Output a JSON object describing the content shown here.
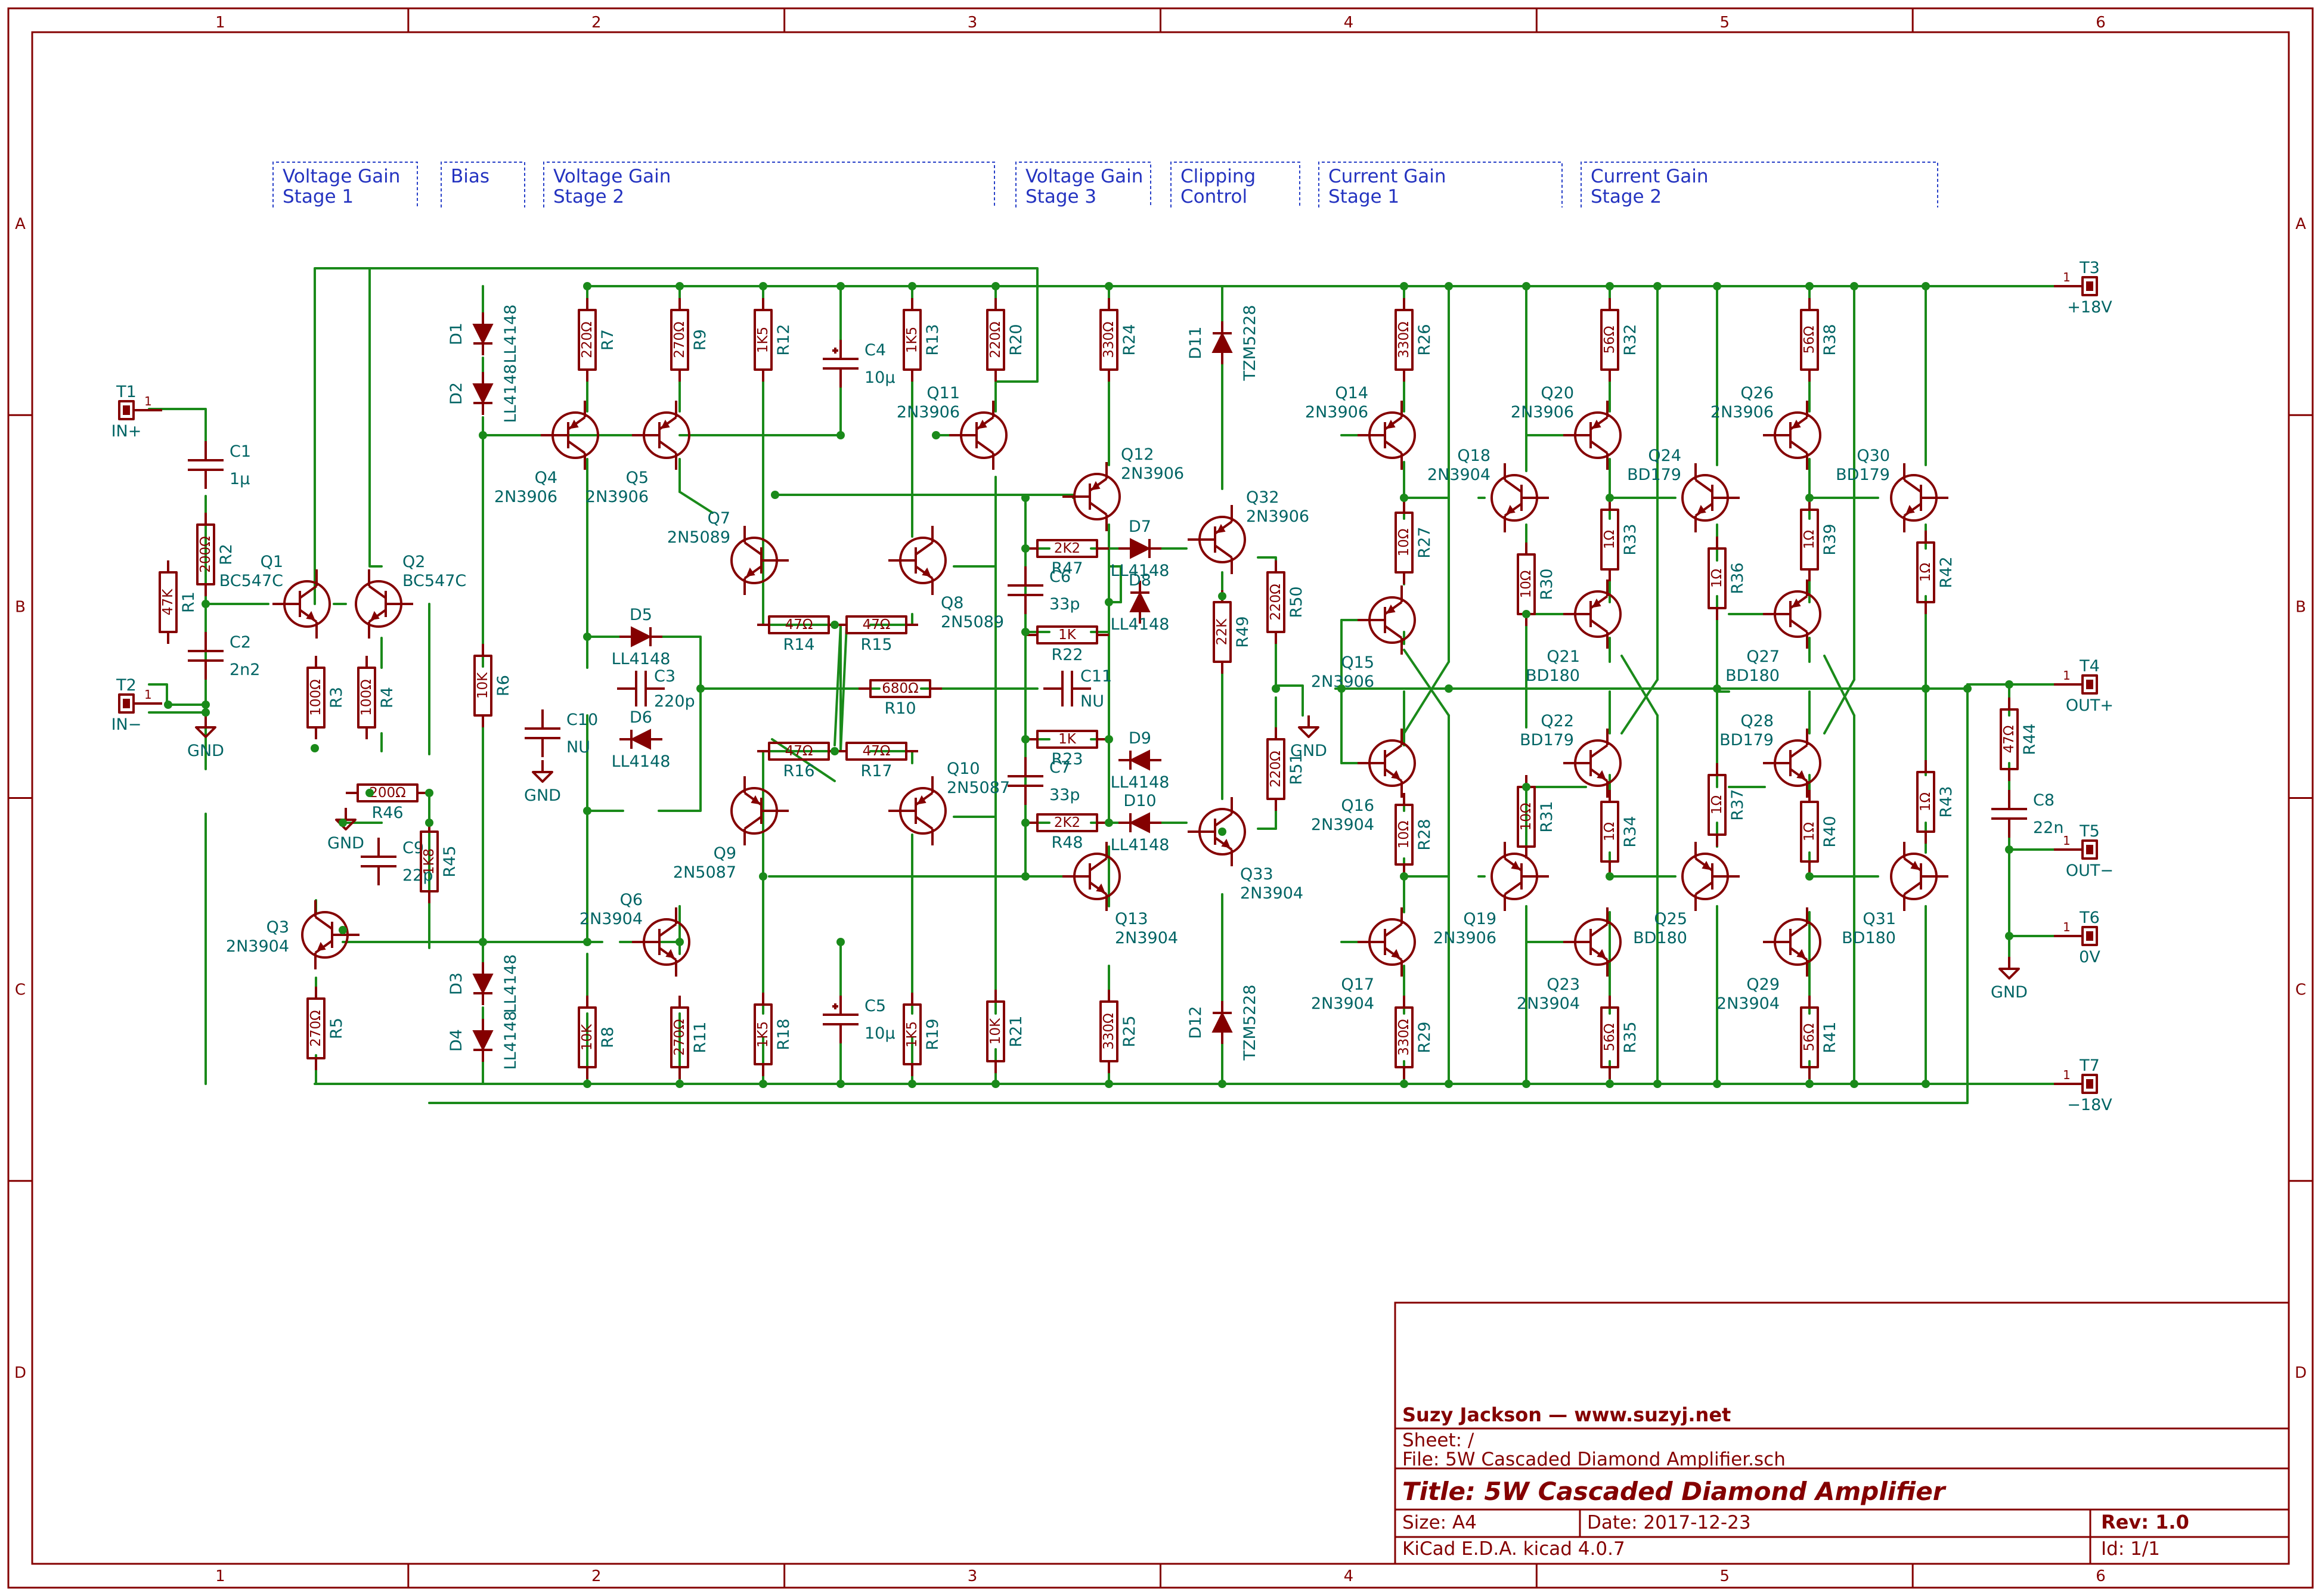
{
  "frame": {
    "column_labels": [
      "1",
      "2",
      "3",
      "4",
      "5",
      "6"
    ],
    "row_labels": [
      "A",
      "B",
      "C",
      "D"
    ]
  },
  "stage_labels": [
    {
      "line1": "Voltage Gain",
      "line2": "Stage 1"
    },
    {
      "line1": "Bias",
      "line2": ""
    },
    {
      "line1": "Voltage Gain",
      "line2": "Stage 2"
    },
    {
      "line1": "Voltage Gain",
      "line2": "Stage 3"
    },
    {
      "line1": "Clipping",
      "line2": "Control"
    },
    {
      "line1": "Current Gain",
      "line2": "Stage 1"
    },
    {
      "line1": "Current Gain",
      "line2": "Stage 2"
    }
  ],
  "terminals": {
    "T1": {
      "name": "T1",
      "label": "IN+"
    },
    "T2": {
      "name": "T2",
      "label": "IN−"
    },
    "T3": {
      "name": "T3",
      "label": "+18V"
    },
    "T4": {
      "name": "T4",
      "label": "OUT+"
    },
    "T5": {
      "name": "T5",
      "label": "OUT−"
    },
    "T6": {
      "name": "T6",
      "label": "0V"
    },
    "T7": {
      "name": "T7",
      "label": "−18V"
    },
    "pin": "1"
  },
  "power": {
    "gnd": "GND"
  },
  "transistors": {
    "Q1": {
      "ref": "Q1",
      "value": "BC547C"
    },
    "Q2": {
      "ref": "Q2",
      "value": "BC547C"
    },
    "Q3": {
      "ref": "Q3",
      "value": "2N3904"
    },
    "Q4": {
      "ref": "Q4",
      "value": "2N3906"
    },
    "Q5": {
      "ref": "Q5",
      "value": "2N3906"
    },
    "Q6": {
      "ref": "Q6",
      "value": "2N3904"
    },
    "Q7": {
      "ref": "Q7",
      "value": "2N5089"
    },
    "Q8": {
      "ref": "Q8",
      "value": "2N5089"
    },
    "Q9": {
      "ref": "Q9",
      "value": "2N5087"
    },
    "Q10": {
      "ref": "Q10",
      "value": "2N5087"
    },
    "Q11": {
      "ref": "Q11",
      "value": "2N3906"
    },
    "Q12": {
      "ref": "Q12",
      "value": "2N3906"
    },
    "Q13": {
      "ref": "Q13",
      "value": "2N3904"
    },
    "Q14": {
      "ref": "Q14",
      "value": "2N3906"
    },
    "Q15": {
      "ref": "Q15",
      "value": "2N3906"
    },
    "Q16": {
      "ref": "Q16",
      "value": "2N3904"
    },
    "Q17": {
      "ref": "Q17",
      "value": "2N3904"
    },
    "Q18": {
      "ref": "Q18",
      "value": "2N3904"
    },
    "Q19": {
      "ref": "Q19",
      "value": "2N3906"
    },
    "Q20": {
      "ref": "Q20",
      "value": "2N3906"
    },
    "Q21": {
      "ref": "Q21",
      "value": "BD180"
    },
    "Q22": {
      "ref": "Q22",
      "value": "BD179"
    },
    "Q23": {
      "ref": "Q23",
      "value": "2N3904"
    },
    "Q24": {
      "ref": "Q24",
      "value": "BD179"
    },
    "Q25": {
      "ref": "Q25",
      "value": "BD180"
    },
    "Q26": {
      "ref": "Q26",
      "value": "2N3906"
    },
    "Q27": {
      "ref": "Q27",
      "value": "BD180"
    },
    "Q28": {
      "ref": "Q28",
      "value": "BD179"
    },
    "Q29": {
      "ref": "Q29",
      "value": "2N3904"
    },
    "Q30": {
      "ref": "Q30",
      "value": "BD179"
    },
    "Q31": {
      "ref": "Q31",
      "value": "BD180"
    },
    "Q32": {
      "ref": "Q32",
      "value": "2N3906"
    },
    "Q33": {
      "ref": "Q33",
      "value": "2N3904"
    }
  },
  "resistors": {
    "R1": {
      "ref": "R1",
      "value": "47K"
    },
    "R2": {
      "ref": "R2",
      "value": "200Ω"
    },
    "R3": {
      "ref": "R3",
      "value": "100Ω"
    },
    "R4": {
      "ref": "R4",
      "value": "100Ω"
    },
    "R5": {
      "ref": "R5",
      "value": "270Ω"
    },
    "R6": {
      "ref": "R6",
      "value": "10K"
    },
    "R7": {
      "ref": "R7",
      "value": "220Ω"
    },
    "R8": {
      "ref": "R8",
      "value": "10K"
    },
    "R9": {
      "ref": "R9",
      "value": "270Ω"
    },
    "R10": {
      "ref": "R10",
      "value": "680Ω"
    },
    "R11": {
      "ref": "R11",
      "value": "270Ω"
    },
    "R12": {
      "ref": "R12",
      "value": "1K5"
    },
    "R13": {
      "ref": "R13",
      "value": "1K5"
    },
    "R14": {
      "ref": "R14",
      "value": "47Ω"
    },
    "R15": {
      "ref": "R15",
      "value": "47Ω"
    },
    "R16": {
      "ref": "R16",
      "value": "47Ω"
    },
    "R17": {
      "ref": "R17",
      "value": "47Ω"
    },
    "R18": {
      "ref": "R18",
      "value": "1K5"
    },
    "R19": {
      "ref": "R19",
      "value": "1K5"
    },
    "R20": {
      "ref": "R20",
      "value": "220Ω"
    },
    "R21": {
      "ref": "R21",
      "value": "10K"
    },
    "R22": {
      "ref": "R22",
      "value": "1K"
    },
    "R23": {
      "ref": "R23",
      "value": "1K"
    },
    "R24": {
      "ref": "R24",
      "value": "330Ω"
    },
    "R25": {
      "ref": "R25",
      "value": "330Ω"
    },
    "R26": {
      "ref": "R26",
      "value": "330Ω"
    },
    "R27": {
      "ref": "R27",
      "value": "10Ω"
    },
    "R28": {
      "ref": "R28",
      "value": "10Ω"
    },
    "R29": {
      "ref": "R29",
      "value": "330Ω"
    },
    "R30": {
      "ref": "R30",
      "value": "10Ω"
    },
    "R31": {
      "ref": "R31",
      "value": "10Ω"
    },
    "R32": {
      "ref": "R32",
      "value": "56Ω"
    },
    "R33": {
      "ref": "R33",
      "value": "1Ω"
    },
    "R34": {
      "ref": "R34",
      "value": "1Ω"
    },
    "R35": {
      "ref": "R35",
      "value": "56Ω"
    },
    "R36": {
      "ref": "R36",
      "value": "1Ω"
    },
    "R37": {
      "ref": "R37",
      "value": "1Ω"
    },
    "R38": {
      "ref": "R38",
      "value": "56Ω"
    },
    "R39": {
      "ref": "R39",
      "value": "1Ω"
    },
    "R40": {
      "ref": "R40",
      "value": "1Ω"
    },
    "R41": {
      "ref": "R41",
      "value": "56Ω"
    },
    "R42": {
      "ref": "R42",
      "value": "1Ω"
    },
    "R43": {
      "ref": "R43",
      "value": "1Ω"
    },
    "R44": {
      "ref": "R44",
      "value": "47Ω"
    },
    "R45": {
      "ref": "R45",
      "value": "1K8"
    },
    "R46": {
      "ref": "R46",
      "value": "200Ω"
    },
    "R47": {
      "ref": "R47",
      "value": "2K2"
    },
    "R48": {
      "ref": "R48",
      "value": "2K2"
    },
    "R49": {
      "ref": "R49",
      "value": "22K"
    },
    "R50": {
      "ref": "R50",
      "value": "220Ω"
    },
    "R51": {
      "ref": "R51",
      "value": "220Ω"
    }
  },
  "capacitors": {
    "C1": {
      "ref": "C1",
      "value": "1µ"
    },
    "C2": {
      "ref": "C2",
      "value": "2n2"
    },
    "C3": {
      "ref": "C3",
      "value": "220p"
    },
    "C4": {
      "ref": "C4",
      "value": "10µ"
    },
    "C5": {
      "ref": "C5",
      "value": "10µ"
    },
    "C6": {
      "ref": "C6",
      "value": "33p"
    },
    "C7": {
      "ref": "C7",
      "value": "33p"
    },
    "C8": {
      "ref": "C8",
      "value": "22n"
    },
    "C9": {
      "ref": "C9",
      "value": "22p"
    },
    "C10": {
      "ref": "C10",
      "value": "NU"
    },
    "C11": {
      "ref": "C11",
      "value": "NU"
    }
  },
  "diodes": {
    "D1": {
      "ref": "D1",
      "value": "LL4148"
    },
    "D2": {
      "ref": "D2",
      "value": "LL4148"
    },
    "D3": {
      "ref": "D3",
      "value": "LL4148"
    },
    "D4": {
      "ref": "D4",
      "value": "LL4148"
    },
    "D5": {
      "ref": "D5",
      "value": "LL4148"
    },
    "D6": {
      "ref": "D6",
      "value": "LL4148"
    },
    "D7": {
      "ref": "D7",
      "value": "LL4148"
    },
    "D8": {
      "ref": "D8",
      "value": "LL4148"
    },
    "D9": {
      "ref": "D9",
      "value": "LL4148"
    },
    "D10": {
      "ref": "D10",
      "value": "LL4148"
    },
    "D11": {
      "ref": "D11",
      "value": "TZM5228"
    },
    "D12": {
      "ref": "D12",
      "value": "TZM5228"
    }
  },
  "title_block": {
    "company": "Suzy Jackson — www.suzyj.net",
    "sheet": "Sheet: /",
    "file": "File: 5W Cascaded Diamond Amplifier.sch",
    "title": "Title: 5W Cascaded Diamond Amplifier",
    "size": "Size: A4",
    "date": "Date: 2017-12-23",
    "rev": "Rev: 1.0",
    "tool": "KiCad E.D.A.  kicad 4.0.7",
    "id": "Id: 1/1"
  }
}
